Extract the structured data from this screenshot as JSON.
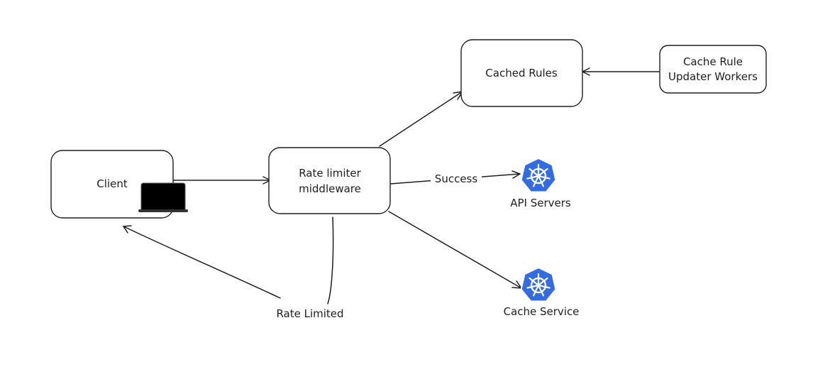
{
  "nodes": {
    "client": {
      "label": "Client"
    },
    "rate_limiter": {
      "label_line1": "Rate limiter",
      "label_line2": "middleware"
    },
    "cached_rules": {
      "label": "Cached Rules"
    },
    "cache_rule_updater": {
      "label_line1": "Cache Rule",
      "label_line2": "Updater Workers"
    },
    "api_servers": {
      "label": "API Servers",
      "icon": "kubernetes-icon"
    },
    "cache_service": {
      "label": "Cache Service",
      "icon": "kubernetes-icon"
    }
  },
  "edges": {
    "success_label": "Success",
    "rate_limited_label": "Rate Limited"
  },
  "colors": {
    "stroke": "#1e1e1e",
    "kubernetes_blue": "#326ce5",
    "laptop": "#000000"
  }
}
